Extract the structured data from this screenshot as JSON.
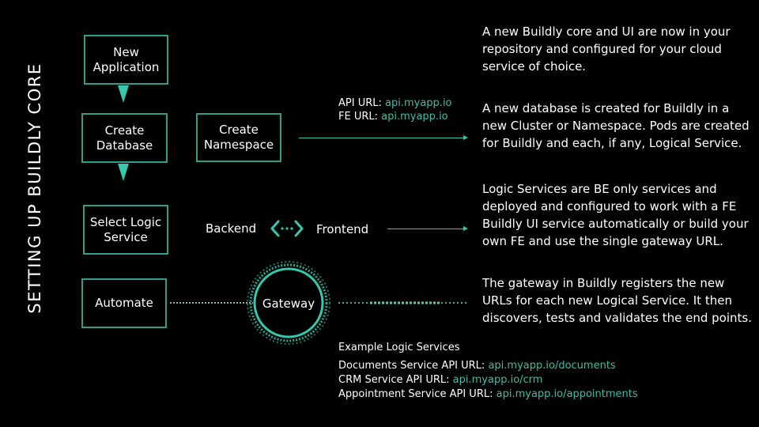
{
  "title": "SETTING UP BUILDLY CORE",
  "steps": {
    "new_application": "New\nApplication",
    "create_database": "Create\nDatabase",
    "create_namespace": "Create\nNamespace",
    "select_logic_service": "Select Logic\nService",
    "automate": "Automate"
  },
  "urls": {
    "api_label": "API URL:",
    "api_value": "api.myapp.io",
    "fe_label": "FE URL:",
    "fe_value": "api.myapp.io"
  },
  "backend_label": "Backend",
  "frontend_label": "Frontend",
  "gateway_label": "Gateway",
  "descriptions": [
    "A new Buildly core and UI are now in your repository and configured for your cloud service of choice.",
    "A new database is created for Buildly in a new Cluster or Namespace. Pods are created for Buildly and each, if any, Logical Service.",
    "Logic Services are BE only services and deployed and configured to work with a FE Buildly UI service automatically or build your own FE and use the single gateway URL.",
    "The gateway in Buildly registers the new URLs for each new Logical Service.  It then discovers, tests and validates the end points."
  ],
  "examples": {
    "heading": "Example Logic Services",
    "items": [
      {
        "label": "Documents Service API URL:",
        "value": "api.myapp.io/documents"
      },
      {
        "label": "CRM Service API URL:",
        "value": "api.myapp.io/crm"
      },
      {
        "label": "Appointment Service API URL:",
        "value": "api.myapp.io/appointments"
      }
    ]
  },
  "colors": {
    "accent": "#34c8ad",
    "box_border": "#2f9e8a",
    "link_text": "#3fbfa6",
    "background": "#000000"
  }
}
